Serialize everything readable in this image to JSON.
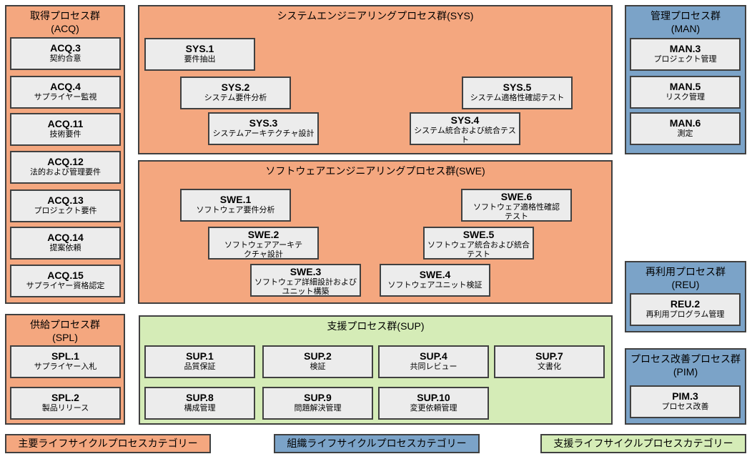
{
  "groups": {
    "acq": {
      "title": "取得プロセス群",
      "abbr": "(ACQ)"
    },
    "sys": {
      "title": "システムエンジニアリングプロセス群(SYS)"
    },
    "man": {
      "title": "管理プロセス群",
      "abbr": "(MAN)"
    },
    "swe": {
      "title": "ソフトウェアエンジニアリングプロセス群(SWE)"
    },
    "spl": {
      "title": "供給プロセス群",
      "abbr": "(SPL)"
    },
    "sup": {
      "title": "支援プロセス群(SUP)"
    },
    "reu": {
      "title": "再利用プロセス群",
      "abbr": "(REU)"
    },
    "pim": {
      "title": "プロセス改善プロセス群",
      "abbr": "(PIM)"
    }
  },
  "processes": {
    "acq3": {
      "code": "ACQ.3",
      "name": "契約合意"
    },
    "acq4": {
      "code": "ACQ.4",
      "name": "サプライヤー監視"
    },
    "acq11": {
      "code": "ACQ.11",
      "name": "技術要件"
    },
    "acq12": {
      "code": "ACQ.12",
      "name": "法的および管理要件"
    },
    "acq13": {
      "code": "ACQ.13",
      "name": "プロジェクト要件"
    },
    "acq14": {
      "code": "ACQ.14",
      "name": "提案依頼"
    },
    "acq15": {
      "code": "ACQ.15",
      "name": "サプライヤー資格認定"
    },
    "sys1": {
      "code": "SYS.1",
      "name": "要件抽出"
    },
    "sys2": {
      "code": "SYS.2",
      "name": "システム要件分析"
    },
    "sys3": {
      "code": "SYS.3",
      "name": "システムアーキテクチャ設計"
    },
    "sys4": {
      "code": "SYS.4",
      "name": "システム統合および統合テスト"
    },
    "sys5": {
      "code": "SYS.5",
      "name": "システム適格性確認テスト"
    },
    "man3": {
      "code": "MAN.3",
      "name": "プロジェクト管理"
    },
    "man5": {
      "code": "MAN.5",
      "name": "リスク管理"
    },
    "man6": {
      "code": "MAN.6",
      "name": "測定"
    },
    "swe1": {
      "code": "SWE.1",
      "name": "ソフトウェア要件分析"
    },
    "swe2": {
      "code": "SWE.2",
      "name": "ソフトウェアアーキテクチャ設計"
    },
    "swe3": {
      "code": "SWE.3",
      "name": "ソフトウェア詳細設計およびユニット構築"
    },
    "swe4": {
      "code": "SWE.4",
      "name": "ソフトウェアユニット検証"
    },
    "swe5": {
      "code": "SWE.5",
      "name": "ソフトウェア統合および統合テスト"
    },
    "swe6": {
      "code": "SWE.6",
      "name": "ソフトウェア適格性確認テスト"
    },
    "spl1": {
      "code": "SPL.1",
      "name": "サプライヤー入札"
    },
    "spl2": {
      "code": "SPL.2",
      "name": "製品リリース"
    },
    "sup1": {
      "code": "SUP.1",
      "name": "品質保証"
    },
    "sup2": {
      "code": "SUP.2",
      "name": "検証"
    },
    "sup4": {
      "code": "SUP.4",
      "name": "共同レビュー"
    },
    "sup7": {
      "code": "SUP.7",
      "name": "文書化"
    },
    "sup8": {
      "code": "SUP.8",
      "name": "構成管理"
    },
    "sup9": {
      "code": "SUP.9",
      "name": "問題解決管理"
    },
    "sup10": {
      "code": "SUP.10",
      "name": "変更依頼管理"
    },
    "reu2": {
      "code": "REU.2",
      "name": "再利用プログラム管理"
    },
    "pim3": {
      "code": "PIM.3",
      "name": "プロセス改善"
    }
  },
  "legend": {
    "primary": "主要ライフサイクルプロセスカテゴリー",
    "organizational": "組織ライフサイクルプロセスカテゴリー",
    "supporting": "支援ライフサイクルプロセスカテゴリー"
  },
  "colors": {
    "primary": "#f4a77f",
    "organizational": "#7ba3c8",
    "supporting": "#d5ecb7",
    "process_box": "#ececec",
    "border": "#404040"
  }
}
